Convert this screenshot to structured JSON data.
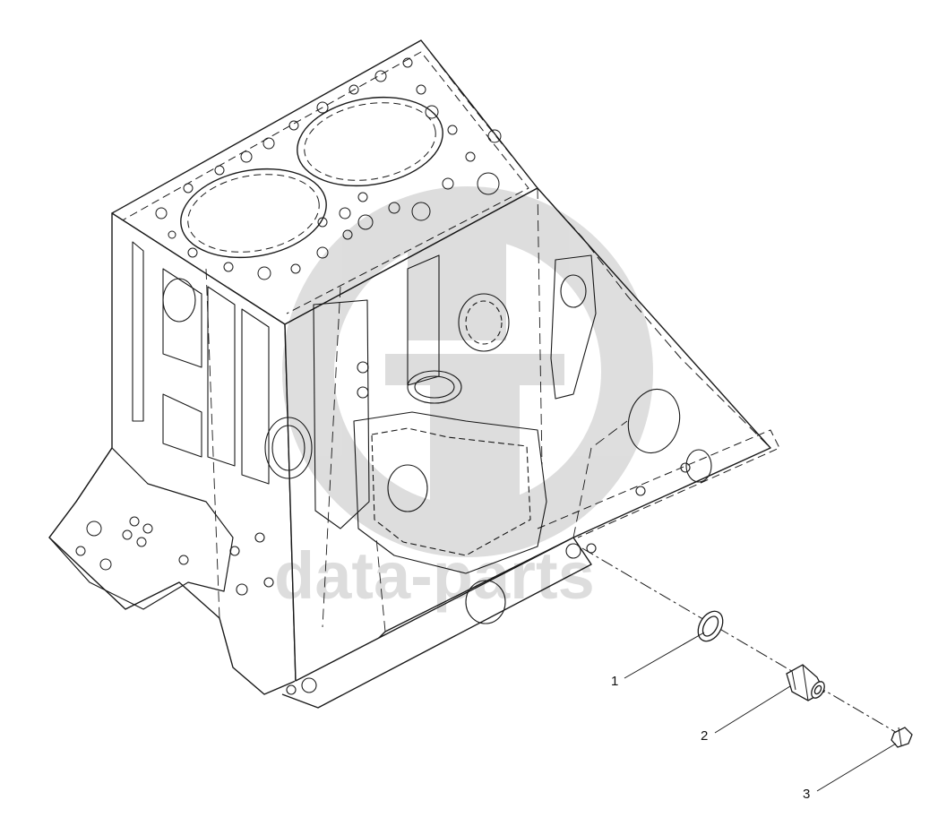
{
  "watermark": {
    "text": "data-parts",
    "color": "#000000",
    "opacity": 0.13
  },
  "callouts": [
    {
      "number": "1",
      "part": "sealing-washer"
    },
    {
      "number": "2",
      "part": "sensor-switch"
    },
    {
      "number": "3",
      "part": "connector-cap"
    }
  ],
  "colors": {
    "line": "#1a1a1a",
    "background": "#ffffff"
  }
}
